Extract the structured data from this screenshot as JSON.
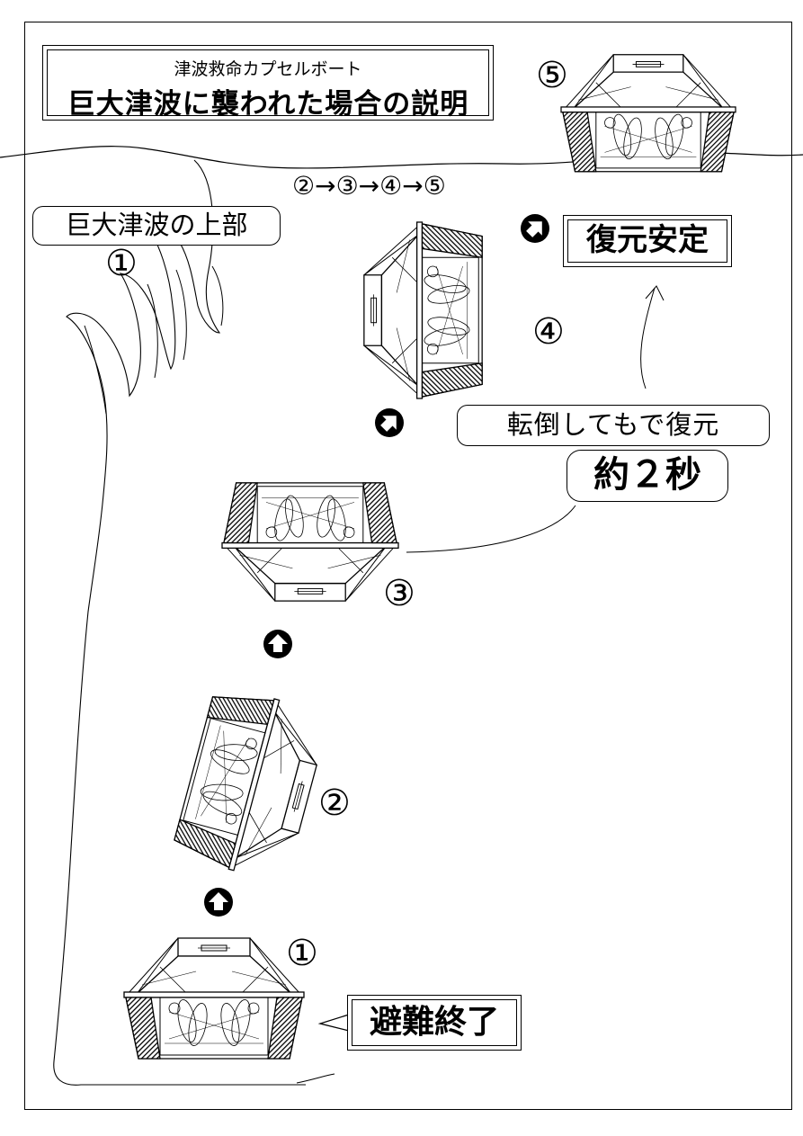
{
  "title": {
    "subtitle": "津波救命カプセルボート",
    "main": "巨大津波に襲われた場合の説明"
  },
  "labels": {
    "wave_top": "巨大津波の上部",
    "sequence": "②→③→④→⑤",
    "restore_stable": "復元安定",
    "rollover_restore": "転倒してもで復元",
    "about_2_sec": "約２秒",
    "evacuation_done": "避難終了"
  },
  "step_numbers": {
    "wave": "①",
    "s1": "①",
    "s2": "②",
    "s3": "③",
    "s4": "④",
    "s5": "⑤"
  },
  "colors": {
    "ink": "#000000",
    "background": "#ffffff"
  },
  "icons": [
    "arrow-circle-icon",
    "up-arrow-icon"
  ]
}
